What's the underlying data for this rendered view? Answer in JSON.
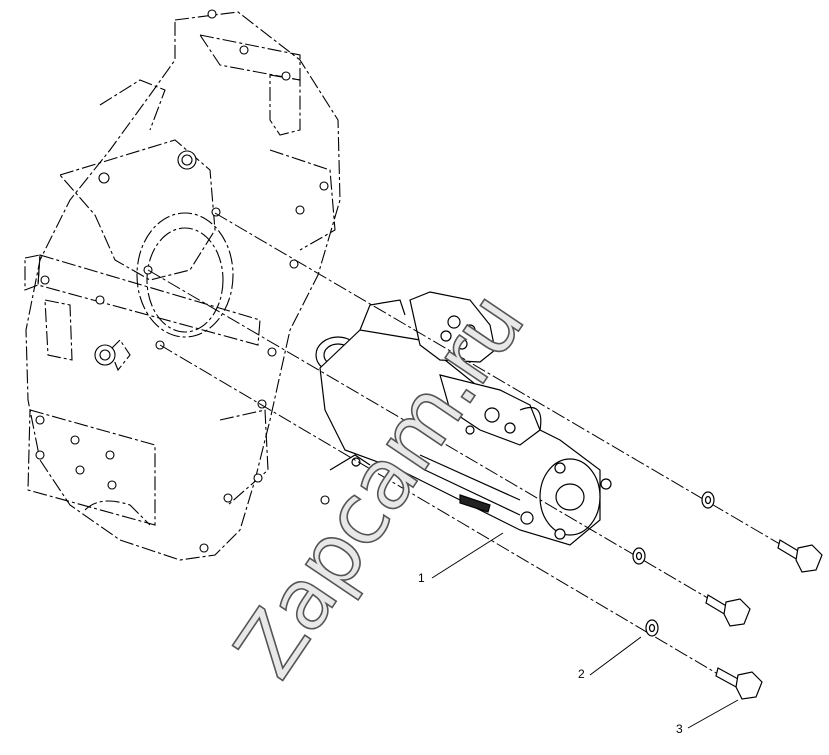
{
  "diagram": {
    "callouts": [
      {
        "id": "1",
        "label": "1"
      },
      {
        "id": "2",
        "label": "2"
      },
      {
        "id": "3",
        "label": "3"
      }
    ],
    "watermark": "Zapcam.ru"
  }
}
